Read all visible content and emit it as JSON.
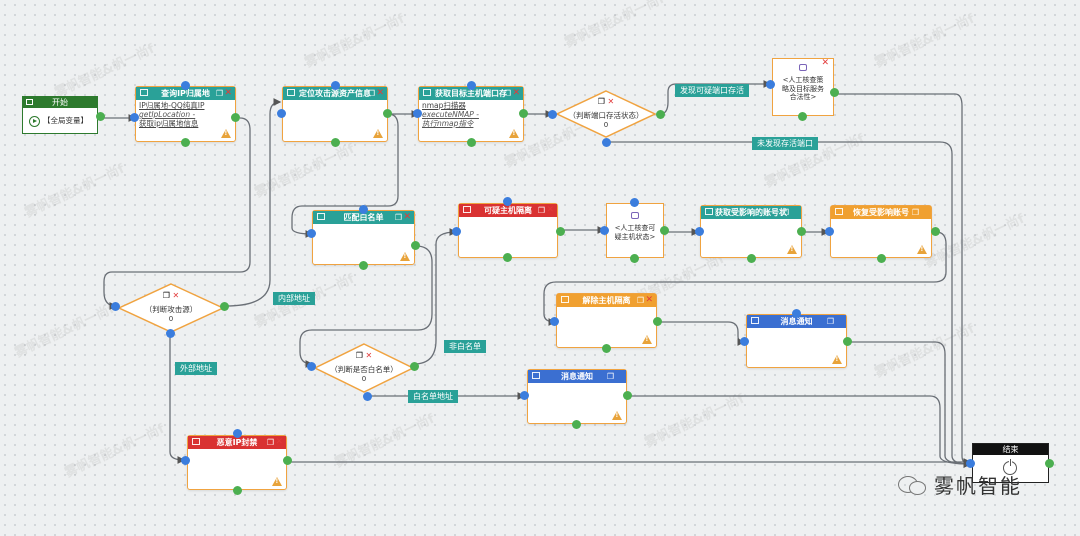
{
  "watermark": "雾帆智能&帆一尚f",
  "start": {
    "title": "开始",
    "button": "【全局变量】"
  },
  "end": {
    "title": "结束"
  },
  "nodes": {
    "query_ip": {
      "title": "查询IP归属地",
      "line1": "IP归属地-QQ纯真IP",
      "line2": "getIpLocation -",
      "line3": "获取ip归属地信息",
      "color": "#2aa198"
    },
    "locate_asset": {
      "title": "定位攻击源资产信息",
      "color": "#2aa198"
    },
    "get_ports": {
      "title": "获取目标主机端口存",
      "line1": "nmap扫描器",
      "line2": "executeNMAP -",
      "line3": "执行nmap指令",
      "color": "#2aa198"
    },
    "match_whitelist": {
      "title": "匹配白名单",
      "color": "#2aa198"
    },
    "isolate_host": {
      "title": "可疑主机隔离",
      "color": "#d93232"
    },
    "get_accounts": {
      "title": "获取受影响的账号状",
      "color": "#2aa198"
    },
    "restore_accounts": {
      "title": "恢复受影响账号",
      "color": "#f0a030"
    },
    "release_isolation": {
      "title": "解除主机隔离",
      "color": "#f0a030"
    },
    "notify1": {
      "title": "消息通知",
      "color": "#3b6fd1"
    },
    "notify2": {
      "title": "消息通知",
      "color": "#3b6fd1"
    },
    "block_ip": {
      "title": "恶意IP封禁",
      "color": "#d93232"
    }
  },
  "manual_nodes": {
    "review_policy": {
      "line1": "<人工核查策",
      "line2": "略及目标服务",
      "line3": "合法性>"
    },
    "check_host": {
      "line1": "<人工核查可",
      "line2": "疑主机状态>"
    }
  },
  "decisions": {
    "judge_port": {
      "label": "（判断端口存活状态）",
      "count": "0"
    },
    "judge_source": {
      "label": "（判断攻击源）",
      "count": "0"
    },
    "judge_whitelist": {
      "label": "（判断是否白名单）",
      "count": "0"
    }
  },
  "edge_labels": {
    "found_port": "发现可疑端口存活",
    "no_port": "未发现存活端口",
    "internal": "内部地址",
    "external": "外部地址",
    "not_whitelist": "非白名单",
    "whitelist_addr": "白名单地址"
  },
  "brand": {
    "name": "雾帆智能"
  }
}
